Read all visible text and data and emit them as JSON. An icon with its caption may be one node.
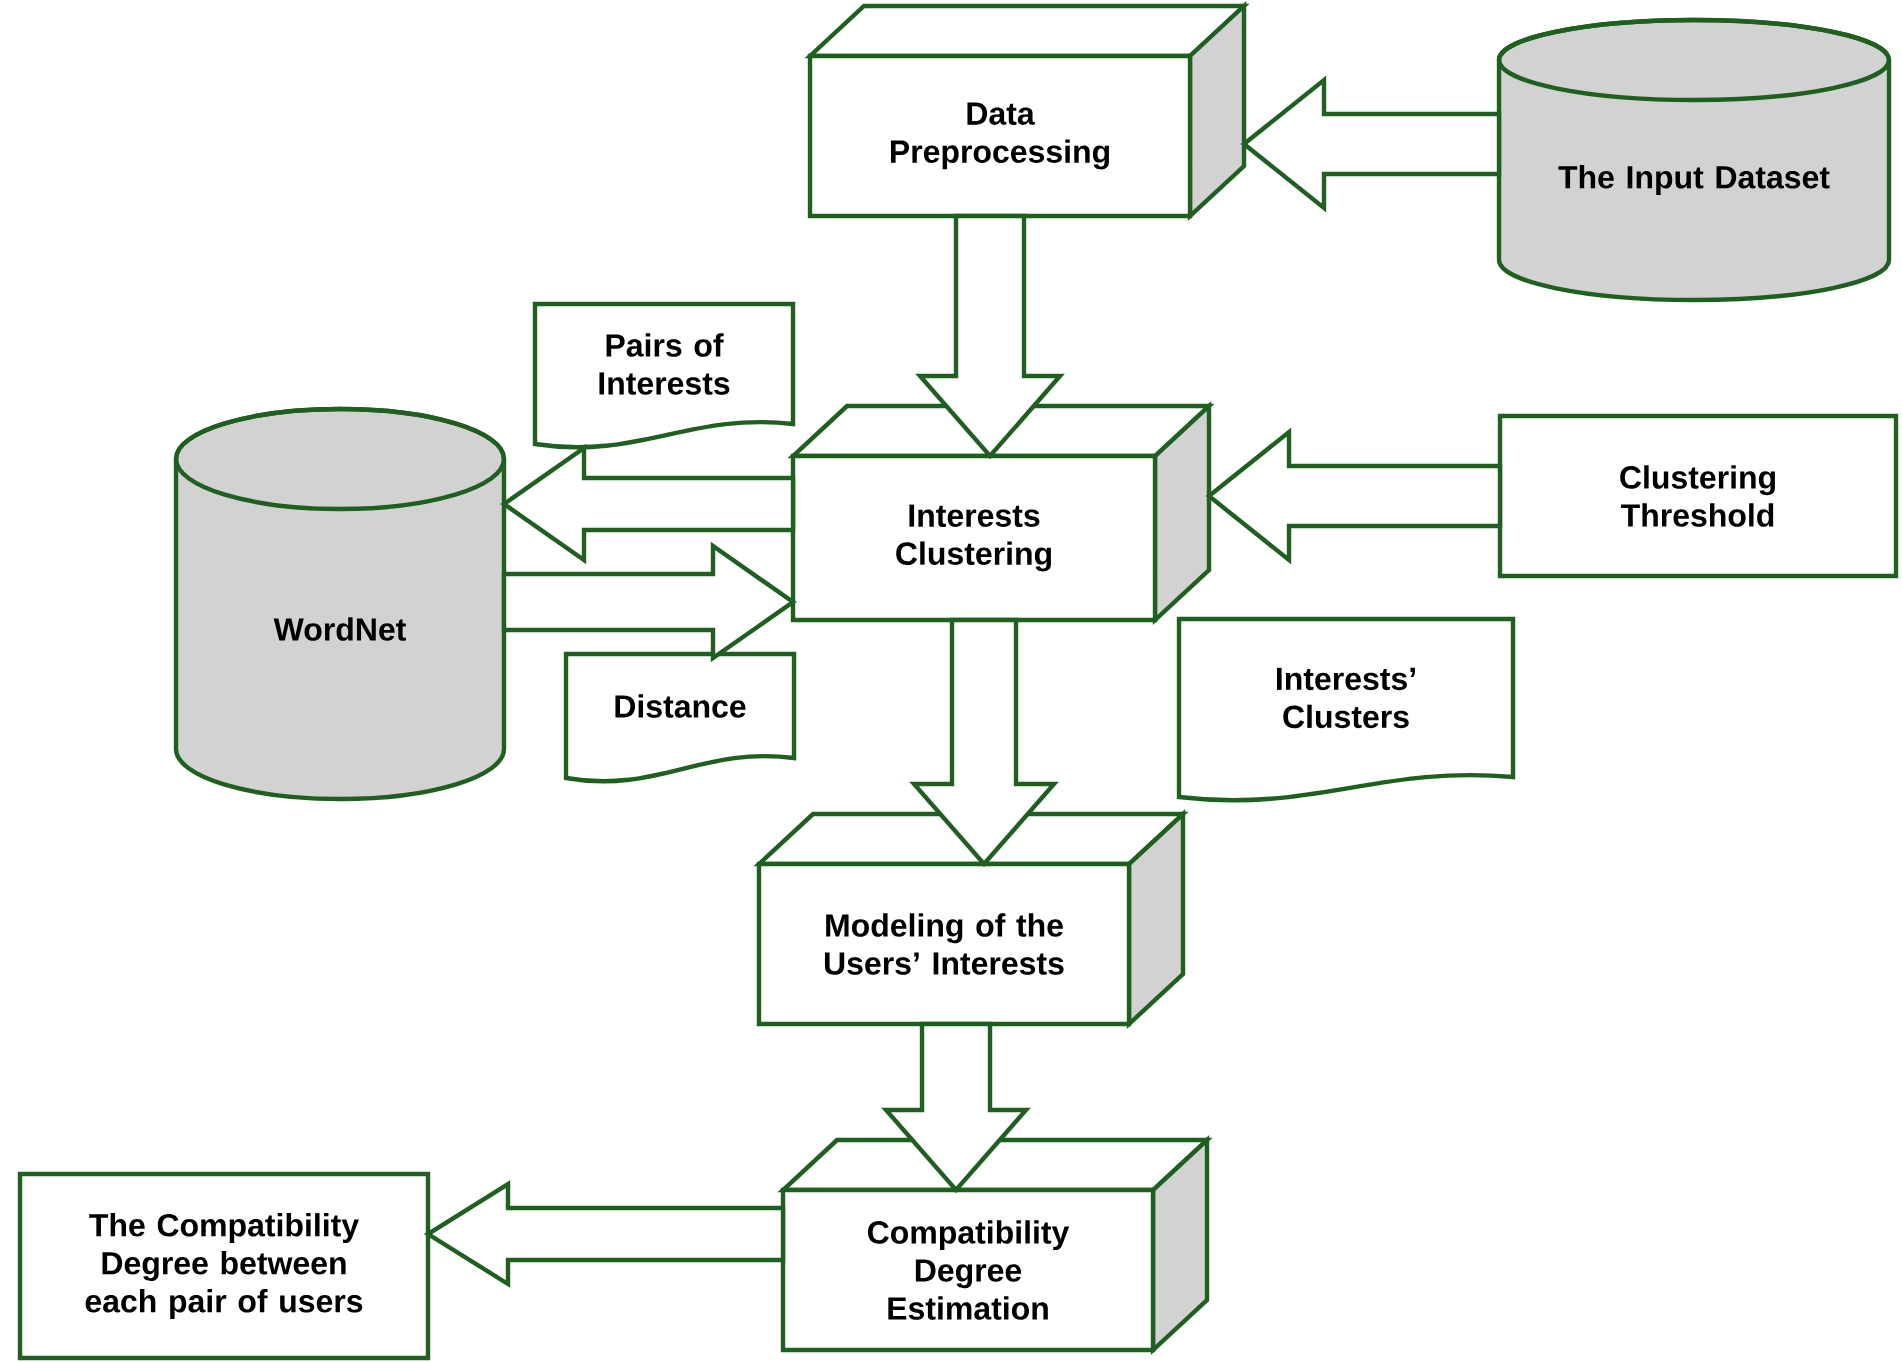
{
  "diagram": {
    "nodes": [
      {
        "text": [
          "Data Preprocessing"
        ]
      },
      {
        "text": [
          "The Input Dataset"
        ]
      },
      {
        "text": [
          "Pairs of Interests"
        ]
      },
      {
        "text": [
          "WordNet"
        ]
      },
      {
        "text": [
          "Interests Clustering"
        ]
      },
      {
        "text": [
          "Clustering Threshold"
        ]
      },
      {
        "text": [
          "Distance"
        ]
      },
      {
        "text": [
          "Interests’ Clusters"
        ]
      },
      {
        "text": [
          "Modeling of the Users’ Interests"
        ]
      },
      {
        "text": [
          "Compatibility Degree Estimation"
        ]
      },
      {
        "text": [
          "The Compatibility Degree between each pair of users"
        ]
      }
    ],
    "edges": [
      {
        "from": 1,
        "to": 0,
        "arrow": "to"
      },
      {
        "from": 0,
        "to": 4,
        "arrow": "to"
      },
      {
        "from": 5,
        "to": 4,
        "arrow": "to"
      },
      {
        "from": 4,
        "to": 3,
        "arrow": "to"
      },
      {
        "from": 3,
        "to": 4,
        "arrow": "to"
      },
      {
        "from": 4,
        "to": 8,
        "arrow": "to"
      },
      {
        "from": 8,
        "to": 9,
        "arrow": "to"
      },
      {
        "from": 9,
        "to": 10,
        "arrow": "to"
      }
    ]
  }
}
